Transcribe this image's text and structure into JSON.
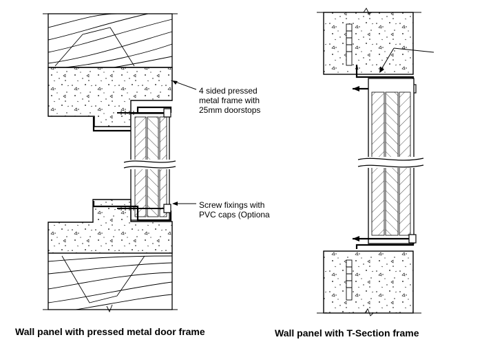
{
  "labels": {
    "frame_note_line1": "4 sided pressed",
    "frame_note_line2": "metal frame with",
    "frame_note_line3": "25mm doorstops",
    "screw_note_line1": "Screw fixings with",
    "screw_note_line2": "PVC caps (Optiona"
  },
  "captions": {
    "left": "Wall panel with pressed metal door frame",
    "right": "Wall panel with T-Section frame"
  }
}
